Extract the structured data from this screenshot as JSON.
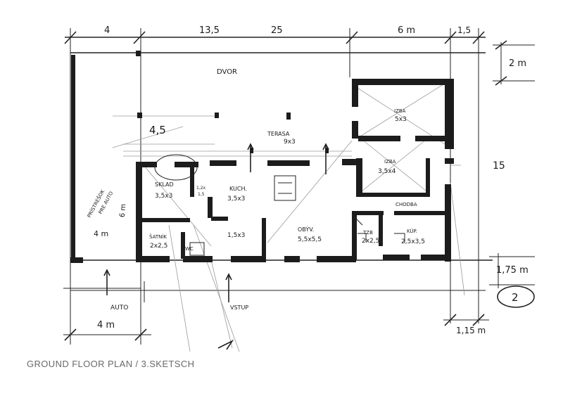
{
  "caption": "GROUND FLOOR PLAN / 3.SKETSCH",
  "dimensions": {
    "top_a": "4",
    "top_b": "13,5",
    "top_c": "25",
    "top_d": "6 m",
    "top_e": "1,5",
    "right_a": "2 m",
    "right_b": "15",
    "right_c": "1,75 m",
    "bottom_left": "4 m",
    "bottom_right": "1,15 m",
    "left_a": "4 m",
    "left_b": "6 m"
  },
  "rooms": {
    "dvor": "DVOR",
    "terasa": "TERASA",
    "terasa_size": "9x3",
    "izba1": "IZBA",
    "izba1_size": "5x3",
    "izba2": "IZBA",
    "izba2_size": "3,5x4",
    "sklad": "SKLAD",
    "sklad_size": "3,5x3",
    "kuch": "KUCH.",
    "kuch_size": "3,5x3",
    "small": "1,2x",
    "small_size": "1,5",
    "satnik": "ŠATNÍK",
    "satnik_size": "2x2,5",
    "wc": "WC",
    "hall_size": "1,5x3",
    "obyv": "OBÝV.",
    "obyv_size": "5,5x5,5",
    "chodba": "CHODBA",
    "tzb": "TZB",
    "tzb_size": "2x2,5",
    "kup": "KÚP.",
    "kup_size": "2,5x3,5",
    "pristresok": "PRÍSTREŠOK",
    "pre_auto": "PRE AUTO",
    "auto": "AUTO",
    "vstup": "VSTUP",
    "dim_45": "4,5",
    "sheet_no": "2"
  }
}
